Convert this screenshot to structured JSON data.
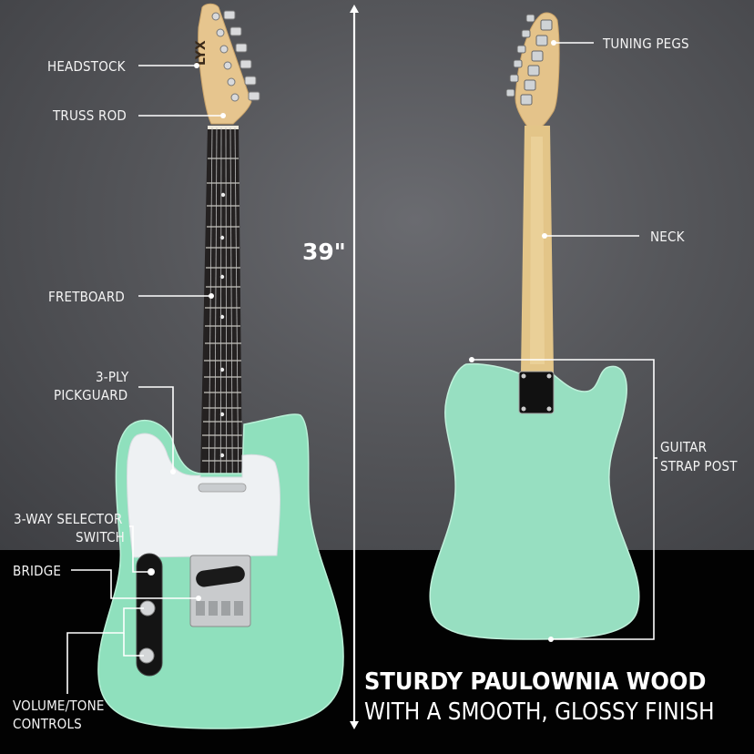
{
  "colors": {
    "background_top": "#55565a",
    "background_bottom": "#020202",
    "guitar_body": "#8fe0bd",
    "pickguard": "#eef1f3",
    "neck_maple": "#e8c88f",
    "fretboard": "#232020",
    "label_text": "#f4f4f4",
    "leader_lines": "#ffffff"
  },
  "dimension": {
    "value": "39\"",
    "icon": "double-arrow-vertical"
  },
  "front_labels": {
    "headstock": "HEADSTOCK",
    "truss_rod": "TRUSS ROD",
    "fretboard": "FRETBOARD",
    "pickguard_line1": "3-PLY",
    "pickguard_line2": "PICKGUARD",
    "selector_line1": "3-WAY SELECTOR",
    "selector_line2": "SWITCH",
    "bridge": "BRIDGE",
    "controls_line1": "VOLUME/TONE",
    "controls_line2": "CONTROLS"
  },
  "back_labels": {
    "tuning_pegs": "TUNING PEGS",
    "neck": "NECK",
    "strap_post_line1": "GUITAR",
    "strap_post_line2": "STRAP POST"
  },
  "headline": {
    "line1": "STURDY PAULOWNIA WOOD",
    "line2": "WITH A SMOOTH, GLOSSY FINISH"
  },
  "headstock_logo": "LYX"
}
